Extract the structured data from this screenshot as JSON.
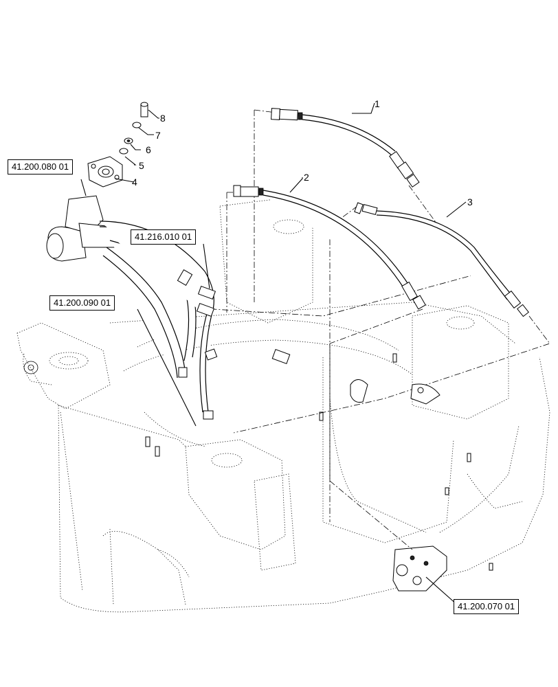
{
  "references": [
    {
      "id": "ref-080",
      "label": "41.200.080 01"
    },
    {
      "id": "ref-010",
      "label": "41.216.010 01"
    },
    {
      "id": "ref-090",
      "label": "41.200.090 01"
    },
    {
      "id": "ref-070",
      "label": "41.200.070 01"
    }
  ],
  "callouts": [
    "1",
    "2",
    "3",
    "4",
    "5",
    "6",
    "7",
    "8"
  ]
}
